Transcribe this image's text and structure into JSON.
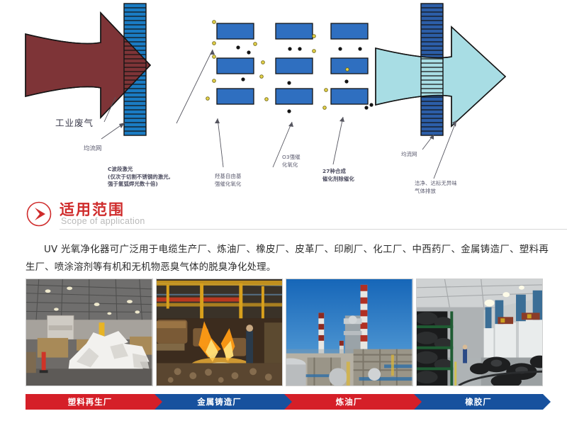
{
  "diagram": {
    "labels": {
      "inlet_gas": "工业废气",
      "grid_left": "均流网",
      "c_band_laser": "C波段激光\n(仅次于切割不锈钢的激光,\n强于氩弧焊光数十倍)",
      "hydroxyl_radical": "羟基自由基\n强催化氧化",
      "ozone_oxidation": "O3强催\n化氧化",
      "catalyst_27": "27种合成\n催化剂除催化",
      "grid_right": "均流网",
      "clean_output": "洁净、达标无异味\n气体排放"
    },
    "colors": {
      "inlet_arrow": "#7e3437",
      "outlet_arrow": "#a8dde4",
      "grid_left_blue": "#1a7cc4",
      "grid_right_blue": "#2c5ea8",
      "lamp_blue": "#2f6fc0",
      "ring_yellow": "#e8d54a",
      "dot_black": "#141414"
    },
    "lamp_rows": 3,
    "lamp_cols": 3
  },
  "section": {
    "title": "适用范围",
    "subtitle": "Scope of application",
    "icon": "chevron-right-circle-icon",
    "accent_color": "#cf2b2b"
  },
  "body": {
    "text": "UV  光氧净化器可广泛用于电缆生产厂、炼油厂、橡皮厂、皮革厂、印刷厂、化工厂、中西药厂、金属铸造厂、塑料再生厂、喷涂溶剂等有机和无机物恶臭气体的脱臭净化处理。"
  },
  "gallery": {
    "photos": [
      {
        "alt": "plastic-recycling-warehouse",
        "caption": "塑料再生厂",
        "color": "#d51f28"
      },
      {
        "alt": "metal-foundry-molten-pour",
        "caption": "金属铸造厂",
        "color": "#17519e"
      },
      {
        "alt": "oil-refinery-stacks",
        "caption": "炼油厂",
        "color": "#d51f28"
      },
      {
        "alt": "tire-rubber-factory",
        "caption": "橡胶厂",
        "color": "#17519e"
      }
    ]
  }
}
